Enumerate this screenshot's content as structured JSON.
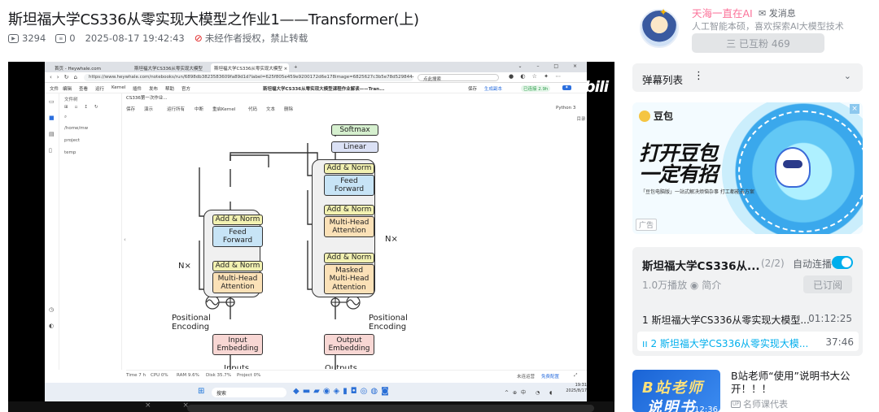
{
  "video": {
    "title": "斯坦福大学CS336从零实现大模型之作业1——Transformer(上)",
    "views": "3294",
    "danmaku": "0",
    "datetime": "2025-08-17 19:42:43",
    "copyright": "未经作者授权，禁止转载"
  },
  "screen": {
    "tabs": [
      "首页 - Heywhale.com",
      "斯坦福大学CS336从零实现大模型",
      "斯坦福大学CS336从零实现大模型 ×"
    ],
    "url": "https://www.heywhale.com/notebooks/run/6898db3823583609fa89d1d?label=625f805e459e9200172d6e178image=6825627c3b5e78d5298444508labelUs...",
    "search_placeholder": "点此搜索",
    "menu": [
      "文件",
      "编辑",
      "查看",
      "运行",
      "Kernel",
      "插件",
      "发布",
      "帮助",
      "官方"
    ],
    "notebook_title": "斯坦福大学CS336从零实现大模型课程作业解读——Tran...",
    "save_label": "保存",
    "gen_label": "生成副本",
    "pill_label": "已连接 2.9h",
    "file_tab_label": "文件树",
    "nb_tab": "CS336第一次作业...",
    "toolbar": [
      "保存",
      "演示",
      "运行所有",
      "中断",
      "重启Kernel",
      "代码",
      "文本",
      "删除"
    ],
    "kernel": "Python 3",
    "files": [
      "/home/mw",
      "project",
      "temp"
    ],
    "right_rail": "目录",
    "status": [
      "Time 7 h",
      "CPU 0%",
      "RAM 9.6%",
      "Disk 35.7%",
      "Project 0%"
    ],
    "status_right": [
      "未连运营",
      "免费配置"
    ],
    "taskbar_search": "搜索",
    "tray_time": "19:31",
    "tray_date": "2025/8/17",
    "logo": "bili"
  },
  "diagram": {
    "softmax": "Softmax",
    "linear": "Linear",
    "add_norm": "Add & Norm",
    "feed_forward": [
      "Feed",
      "Forward"
    ],
    "multi_head": [
      "Multi-Head",
      "Attention"
    ],
    "masked": [
      "Masked",
      "Multi-Head",
      "Attention"
    ],
    "nx": "N×",
    "pos_enc": [
      "Positional",
      "Encoding"
    ],
    "input_emb": [
      "Input",
      "Embedding"
    ],
    "output_emb": [
      "Output",
      "Embedding"
    ],
    "inputs": "Inputs",
    "outputs": "Outputs"
  },
  "uploader": {
    "name": "天海一直在AI",
    "message_label": "发消息",
    "bio": "人工智能本硕，喜欢探索AI大模型技术",
    "follow_label": "三 已互粉 469"
  },
  "danmaku_panel": {
    "label": "弹幕列表"
  },
  "ad": {
    "brand": "豆包",
    "slogan_line1": "打开豆包",
    "slogan_line2": "一定有招",
    "sub": "「豆包电脑版」一站式解决烦恼杂事 打工都能去方案",
    "tag": "广告"
  },
  "playlist": {
    "title": "斯坦福大学CS336从...",
    "count": "(2/2)",
    "autoplay_label": "自动连播",
    "views": "1.0万播放",
    "intro_label": "简介",
    "subscribed_label": "已订阅",
    "episodes": [
      {
        "title": "1 斯坦福大学CS336从零实现大模型...",
        "duration": "01:12:25"
      },
      {
        "title": "2 斯坦福大学CS336从零实现大模...",
        "duration": "37:46"
      }
    ]
  },
  "recommend": {
    "thumb_line1": "B站老师",
    "thumb_line2": "说明书",
    "duration": "12:36",
    "title": "B站老师“使用”说明书大公开！！！",
    "author": "名师课代表",
    "up_badge": "UP"
  },
  "colors": {
    "accent": "#00aeec",
    "pink": "#fb7299",
    "norm": "#f2f1b1",
    "ff": "#c7e4f6",
    "attn": "#fbe1b7",
    "emb": "#f8d7d4",
    "softmax": "#d6f0cf",
    "linear": "#dbe1f5"
  }
}
